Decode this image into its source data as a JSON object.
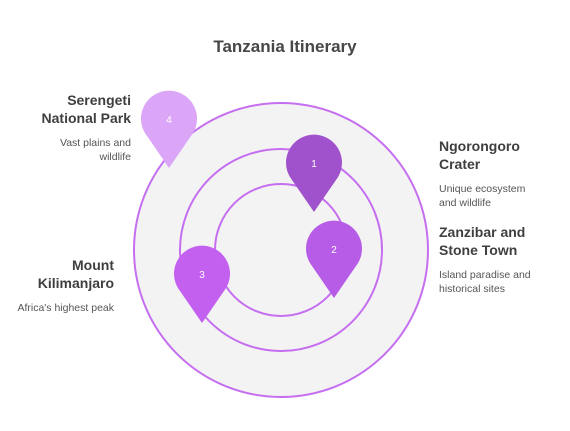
{
  "title": "Tanzania Itinerary",
  "colors": {
    "ring": "#c56ff0",
    "ring_fill": "#f3f3f3",
    "pin_1": "#a052cc",
    "pin_2": "#b65ce6",
    "pin_3": "#c360f0",
    "pin_4": "#dba6f7"
  },
  "stops": [
    {
      "number": "1",
      "name_lines": [
        "Ngorongoro",
        "Crater"
      ],
      "description_lines": [
        "Unique ecosystem",
        "and wildlife"
      ]
    },
    {
      "number": "2",
      "name_lines": [
        "Zanzibar and",
        "Stone Town"
      ],
      "description_lines": [
        "Island paradise and",
        "historical sites"
      ]
    },
    {
      "number": "3",
      "name_lines": [
        "Mount",
        "Kilimanjaro"
      ],
      "description_lines": [
        "Africa's highest peak"
      ]
    },
    {
      "number": "4",
      "name_lines": [
        "Serengeti",
        "National Park"
      ],
      "description_lines": [
        "Vast plains and",
        "wildlife"
      ]
    }
  ]
}
